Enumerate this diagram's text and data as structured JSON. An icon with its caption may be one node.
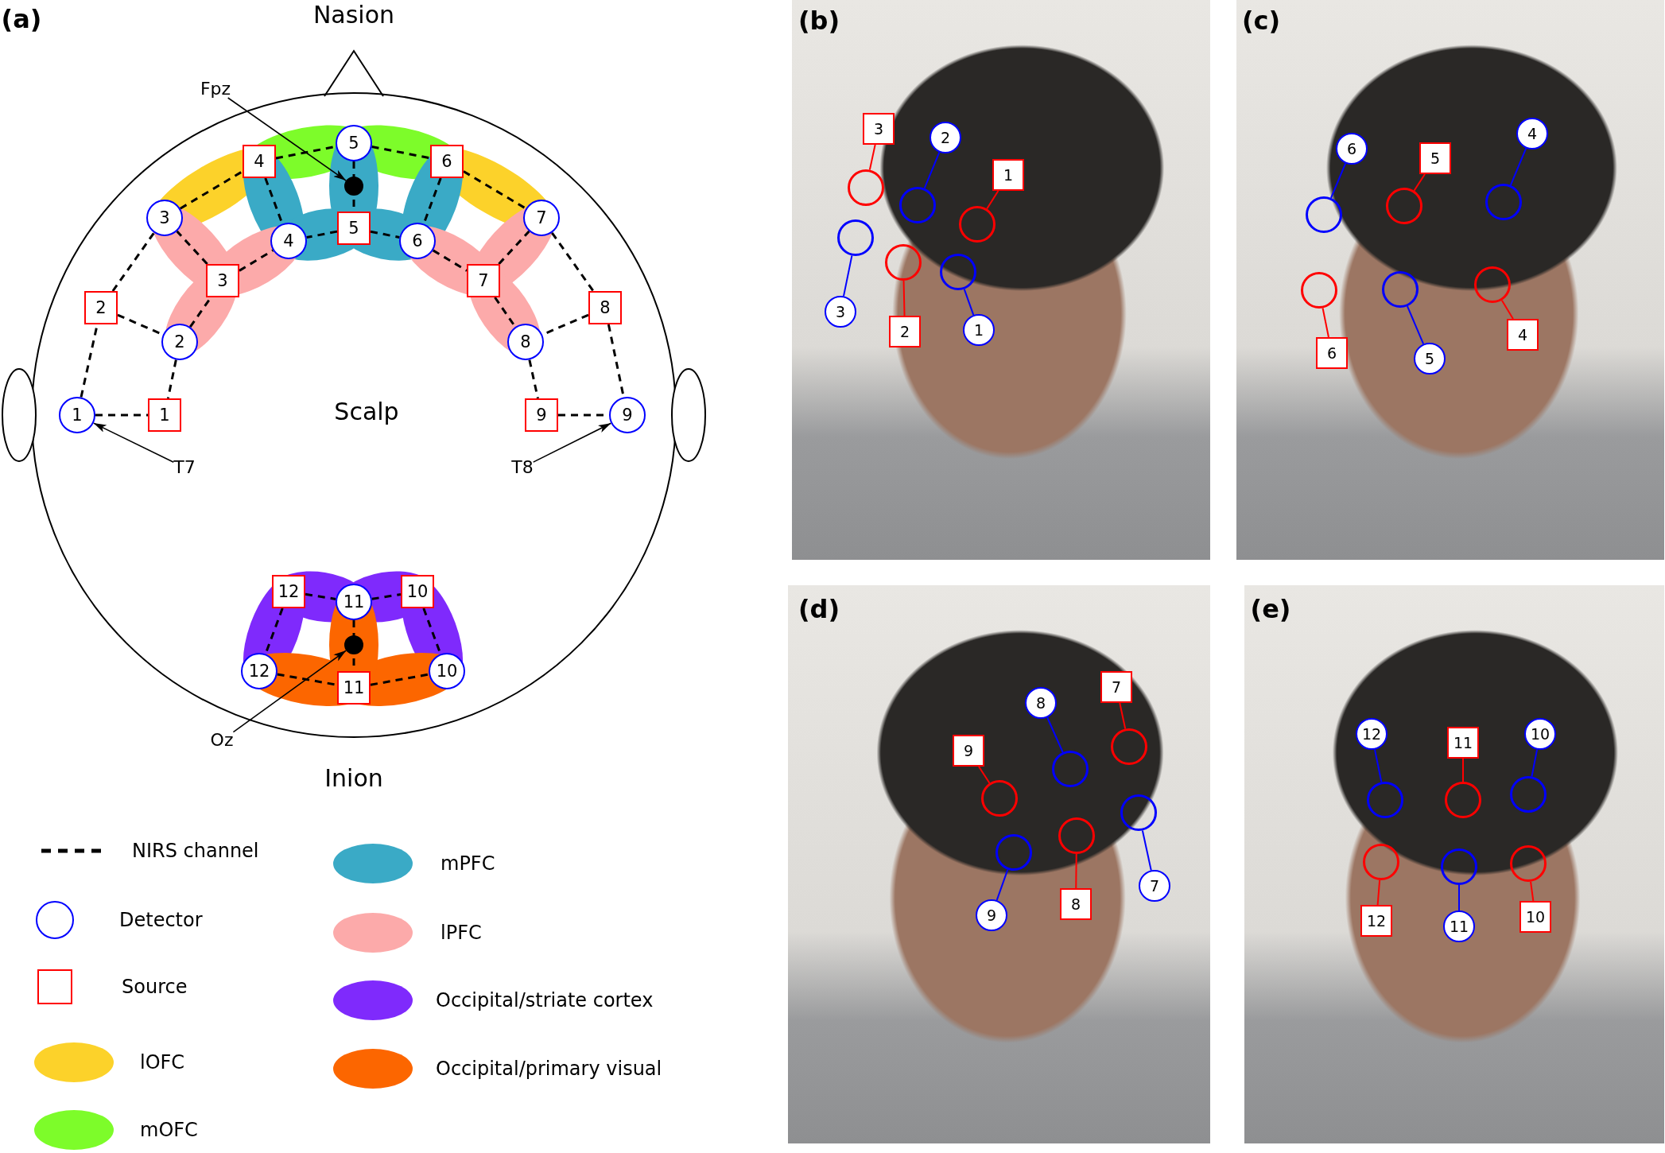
{
  "diagram": {
    "nodes": [
      {
        "text": [
          "Fpz"
        ]
      },
      {
        "text": [],
        "shape": "circle"
      },
      {
        "text": [
          "5"
        ]
      },
      {
        "text": [
          "4"
        ]
      },
      {
        "text": [
          "6"
        ]
      },
      {
        "text": [
          "3"
        ]
      },
      {
        "text": [
          "7"
        ]
      },
      {
        "text": [
          "4"
        ]
      },
      {
        "text": [
          "5"
        ]
      },
      {
        "text": [
          "6"
        ]
      },
      {
        "text": [
          "3"
        ]
      },
      {
        "text": [
          "7"
        ]
      },
      {
        "text": [
          "2"
        ]
      },
      {
        "text": [
          "8"
        ]
      },
      {
        "text": [
          "2"
        ]
      },
      {
        "text": [
          "8"
        ]
      },
      {
        "text": [
          "1"
        ]
      },
      {
        "text": [
          "1"
        ]
      },
      {
        "text": [
          "9"
        ]
      },
      {
        "text": [
          "9"
        ]
      },
      {
        "text": [
          "T7"
        ]
      },
      {
        "text": [
          "T8"
        ]
      },
      {
        "text": [
          "12"
        ]
      },
      {
        "text": [
          "11"
        ]
      },
      {
        "text": [
          "10"
        ]
      },
      {
        "text": [],
        "shape": "circle"
      },
      {
        "text": [
          "12"
        ]
      },
      {
        "text": [
          "10"
        ]
      },
      {
        "text": [
          "11"
        ]
      },
      {
        "text": [
          "Oz"
        ]
      },
      {
        "text": [
          "3"
        ]
      },
      {
        "text": [
          "2"
        ]
      },
      {
        "text": [
          "1"
        ]
      },
      {
        "text": [
          "3"
        ]
      },
      {
        "text": [
          "2"
        ]
      },
      {
        "text": [
          "1"
        ]
      },
      {
        "text": [],
        "shape": "circle"
      },
      {
        "text": [],
        "shape": "circle"
      },
      {
        "text": [],
        "shape": "circle"
      },
      {
        "text": [],
        "shape": "circle"
      },
      {
        "text": [],
        "shape": "circle"
      },
      {
        "text": [],
        "shape": "circle"
      },
      {
        "text": [
          "6"
        ]
      },
      {
        "text": [
          "5"
        ]
      },
      {
        "text": [
          "4"
        ]
      },
      {
        "text": [
          "6"
        ]
      },
      {
        "text": [
          "5"
        ]
      },
      {
        "text": [
          "4"
        ]
      },
      {
        "text": [],
        "shape": "circle"
      },
      {
        "text": [],
        "shape": "circle"
      },
      {
        "text": [],
        "shape": "circle"
      },
      {
        "text": [],
        "shape": "circle"
      },
      {
        "text": [],
        "shape": "circle"
      },
      {
        "text": [],
        "shape": "circle"
      },
      {
        "text": [
          "9"
        ]
      },
      {
        "text": [
          "8"
        ]
      },
      {
        "text": [
          "7"
        ]
      },
      {
        "text": [
          "9"
        ]
      },
      {
        "text": [
          "8"
        ]
      },
      {
        "text": [
          "7"
        ]
      },
      {
        "text": [],
        "shape": "circle"
      },
      {
        "text": [],
        "shape": "circle"
      },
      {
        "text": [],
        "shape": "circle"
      },
      {
        "text": [],
        "shape": "circle"
      },
      {
        "text": [],
        "shape": "circle"
      },
      {
        "text": [],
        "shape": "circle"
      },
      {
        "text": [
          "12"
        ]
      },
      {
        "text": [
          "11"
        ]
      },
      {
        "text": [
          "10"
        ]
      },
      {
        "text": [
          "12"
        ]
      },
      {
        "text": [
          "11"
        ]
      },
      {
        "text": [
          "10"
        ]
      },
      {
        "text": [],
        "shape": "circle"
      },
      {
        "text": [],
        "shape": "circle"
      },
      {
        "text": [],
        "shape": "circle"
      },
      {
        "text": [],
        "shape": "circle"
      },
      {
        "text": [],
        "shape": "circle"
      },
      {
        "text": [],
        "shape": "circle"
      }
    ],
    "edges": [
      {
        "from": 16,
        "to": 17,
        "arrow": "none",
        "style": "dashed"
      },
      {
        "from": 16,
        "to": 12,
        "arrow": "none",
        "style": "dashed"
      },
      {
        "from": 12,
        "to": 5,
        "arrow": "none",
        "style": "dashed"
      },
      {
        "from": 12,
        "to": 14,
        "arrow": "none",
        "style": "dashed"
      },
      {
        "from": 14,
        "to": 17,
        "arrow": "none",
        "style": "dashed"
      },
      {
        "from": 14,
        "to": 10,
        "arrow": "none",
        "style": "dashed"
      },
      {
        "from": 10,
        "to": 5,
        "arrow": "none",
        "style": "dashed"
      },
      {
        "from": 10,
        "to": 7,
        "arrow": "none",
        "style": "dashed"
      },
      {
        "from": 5,
        "to": 3,
        "arrow": "none",
        "style": "dashed"
      },
      {
        "from": 3,
        "to": 7,
        "arrow": "none",
        "style": "dashed"
      },
      {
        "from": 3,
        "to": 2,
        "arrow": "none",
        "style": "dashed"
      },
      {
        "from": 2,
        "to": 4,
        "arrow": "none",
        "style": "dashed"
      },
      {
        "from": 4,
        "to": 9,
        "arrow": "none",
        "style": "dashed"
      },
      {
        "from": 8,
        "to": 7,
        "arrow": "none",
        "style": "dashed"
      },
      {
        "from": 8,
        "to": 9,
        "arrow": "none",
        "style": "dashed"
      },
      {
        "from": 2,
        "to": 8,
        "arrow": "none",
        "style": "dashed"
      },
      {
        "from": 4,
        "to": 6,
        "arrow": "none",
        "style": "dashed"
      },
      {
        "from": 9,
        "to": 11,
        "arrow": "none",
        "style": "dashed"
      },
      {
        "from": 11,
        "to": 6,
        "arrow": "none",
        "style": "dashed"
      },
      {
        "from": 11,
        "to": 15,
        "arrow": "none",
        "style": "dashed"
      },
      {
        "from": 6,
        "to": 13,
        "arrow": "none",
        "style": "dashed"
      },
      {
        "from": 13,
        "to": 15,
        "arrow": "none",
        "style": "dashed"
      },
      {
        "from": 13,
        "to": 19,
        "arrow": "none",
        "style": "dashed"
      },
      {
        "from": 15,
        "to": 18,
        "arrow": "none",
        "style": "dashed"
      },
      {
        "from": 18,
        "to": 19,
        "arrow": "none",
        "style": "dashed"
      },
      {
        "from": 22,
        "to": 23,
        "arrow": "none",
        "style": "dashed"
      },
      {
        "from": 23,
        "to": 24,
        "arrow": "none",
        "style": "dashed"
      },
      {
        "from": 22,
        "to": 26,
        "arrow": "none",
        "style": "dashed"
      },
      {
        "from": 24,
        "to": 27,
        "arrow": "none",
        "style": "dashed"
      },
      {
        "from": 26,
        "to": 28,
        "arrow": "none",
        "style": "dashed"
      },
      {
        "from": 28,
        "to": 27,
        "arrow": "none",
        "style": "dashed"
      },
      {
        "from": 23,
        "to": 28,
        "arrow": "none",
        "style": "dashed"
      },
      {
        "from": 0,
        "to": 1,
        "arrow": "to"
      },
      {
        "from": 20,
        "to": 16,
        "arrow": "to"
      },
      {
        "from": 21,
        "to": 19,
        "arrow": "to"
      },
      {
        "from": 29,
        "to": 25,
        "arrow": "to"
      },
      {
        "from": 30,
        "to": 36,
        "arrow": "none",
        "color": "#ff0000"
      },
      {
        "from": 31,
        "to": 37,
        "arrow": "none",
        "color": "#0000ff"
      },
      {
        "from": 32,
        "to": 38,
        "arrow": "none",
        "color": "#ff0000"
      },
      {
        "from": 33,
        "to": 39,
        "arrow": "none",
        "color": "#0000ff"
      },
      {
        "from": 34,
        "to": 40,
        "arrow": "none",
        "color": "#ff0000"
      },
      {
        "from": 35,
        "to": 41,
        "arrow": "none",
        "color": "#0000ff"
      },
      {
        "from": 42,
        "to": 48,
        "arrow": "none",
        "color": "#0000ff"
      },
      {
        "from": 43,
        "to": 49,
        "arrow": "none",
        "color": "#ff0000"
      },
      {
        "from": 44,
        "to": 50,
        "arrow": "none",
        "color": "#0000ff"
      },
      {
        "from": 45,
        "to": 51,
        "arrow": "none",
        "color": "#ff0000"
      },
      {
        "from": 46,
        "to": 52,
        "arrow": "none",
        "color": "#0000ff"
      },
      {
        "from": 47,
        "to": 53,
        "arrow": "none",
        "color": "#ff0000"
      },
      {
        "from": 54,
        "to": 60,
        "arrow": "none",
        "color": "#ff0000"
      },
      {
        "from": 55,
        "to": 61,
        "arrow": "none",
        "color": "#0000ff"
      },
      {
        "from": 56,
        "to": 62,
        "arrow": "none",
        "color": "#ff0000"
      },
      {
        "from": 57,
        "to": 63,
        "arrow": "none",
        "color": "#0000ff"
      },
      {
        "from": 58,
        "to": 64,
        "arrow": "none",
        "color": "#ff0000"
      },
      {
        "from": 59,
        "to": 65,
        "arrow": "none",
        "color": "#0000ff"
      },
      {
        "from": 66,
        "to": 72,
        "arrow": "none",
        "color": "#0000ff"
      },
      {
        "from": 67,
        "to": 73,
        "arrow": "none",
        "color": "#ff0000"
      },
      {
        "from": 68,
        "to": 74,
        "arrow": "none",
        "color": "#0000ff"
      },
      {
        "from": 69,
        "to": 75,
        "arrow": "none",
        "color": "#ff0000"
      },
      {
        "from": 70,
        "to": 76,
        "arrow": "none",
        "color": "#0000ff"
      },
      {
        "from": 71,
        "to": 77,
        "arrow": "none",
        "color": "#ff0000"
      }
    ],
    "labels": [
      "(a)",
      "Nasion",
      "Scalp",
      "Inion",
      "(b)",
      "(c)",
      "(d)",
      "(e)"
    ],
    "legend": [
      {
        "text": "NIRS channel"
      },
      {
        "text": "Detector"
      },
      {
        "text": "Source"
      },
      {
        "text": "lOFC",
        "color": "#fcd22a"
      },
      {
        "text": "mOFC",
        "color": "#7dfc2a"
      },
      {
        "text": "mPFC",
        "color": "#3aaac6"
      },
      {
        "text": "lPFC",
        "color": "#fcaaaa"
      },
      {
        "text": "Occipital/striate cortex",
        "color": "#7f2afc"
      },
      {
        "text": "Occipital/primary visual",
        "color": "#fc6600"
      }
    ]
  }
}
